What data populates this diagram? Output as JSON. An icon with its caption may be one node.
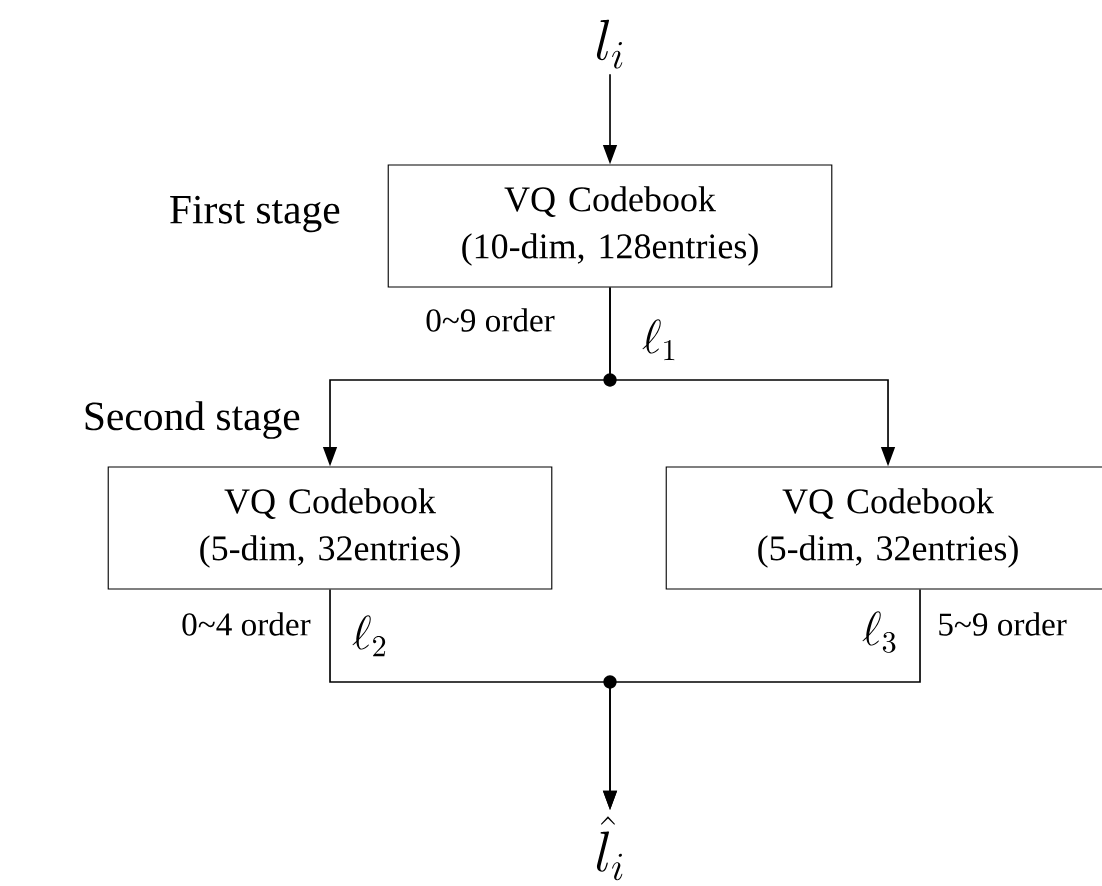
{
  "diagram": {
    "nodes": [
      {
        "text": [
          "l_{i}"
        ]
      },
      {
        "text": [
          "VQ Codebook",
          "(10-dim, 128entries)"
        ]
      },
      {
        "text": [
          "VQ Codebook",
          "(5-dim, 32entries)"
        ]
      },
      {
        "text": [
          "VQ Codebook",
          "(5-dim, 32entries)"
        ]
      },
      {
        "text": [
          "\\hat{l}_{i}"
        ]
      }
    ],
    "edges": [
      {
        "from": 0,
        "to": 1,
        "arrow": "to"
      },
      {
        "from": 1,
        "to": 2,
        "arrow": "to"
      },
      {
        "from": 1,
        "to": 3,
        "arrow": "to"
      },
      {
        "from": 2,
        "to": 4,
        "arrow": "to"
      },
      {
        "from": 3,
        "to": 4,
        "arrow": "to"
      }
    ],
    "labels": [
      "First stage",
      "0~9 order",
      "\\ell_{1}",
      "Second stage",
      "0~4 order",
      "\\ell_{2}",
      "\\ell_{3}",
      "5~9 order"
    ]
  }
}
